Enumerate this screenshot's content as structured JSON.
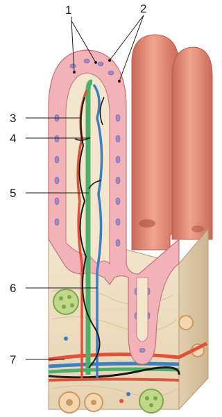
{
  "labels": [
    {
      "id": "1",
      "text": "1"
    },
    {
      "id": "2",
      "text": "2"
    },
    {
      "id": "3",
      "text": "3"
    },
    {
      "id": "4",
      "text": "4"
    },
    {
      "id": "5",
      "text": "5"
    },
    {
      "id": "6",
      "text": "6"
    },
    {
      "id": "7",
      "text": "7"
    }
  ],
  "colors": {
    "villus_outer": "#e8917a",
    "villus_shadow": "#c86a58",
    "epithelium_cell": "#f2b3b8",
    "nucleus": "#9b8cc9",
    "artery": "#e0513b",
    "vein": "#3b7fc4",
    "lacteal": "#4db06a",
    "nerve": "#1a1a1a",
    "connective_tissue": "#f0e2c8",
    "leader_line": "#1a1a1a"
  }
}
